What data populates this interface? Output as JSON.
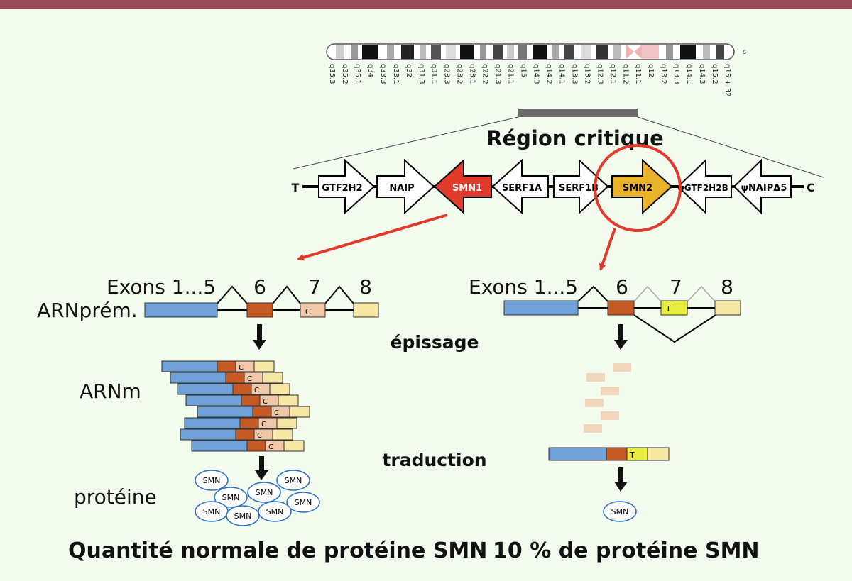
{
  "chromosome": {
    "end_label": "s",
    "bands": [
      "q35.3",
      "q35.2",
      "q35.1",
      "q34",
      "q33.3",
      "q33.1",
      "q32",
      "q31.3",
      "q31.1",
      "q23.3",
      "q23.2",
      "q23.1",
      "q22.2",
      "q21.3",
      "q21.1",
      "q15",
      "q14.3",
      "q14.2",
      "q14.1",
      "q13.3",
      "q13.2",
      "q12.3",
      "q12.1",
      "q11.2",
      "q11.1",
      "q12",
      "q13.2",
      "q13.3",
      "q14.1",
      "q14.3",
      "q15.2",
      "q15 + 32"
    ]
  },
  "region_title": "Région critique",
  "genes": {
    "left_end": "T",
    "right_end": "C",
    "items": [
      "GTF2H2",
      "NAIP",
      "SMN1",
      "SERF1A",
      "SERF1B",
      "SMN2",
      "ψGTF2H2B",
      "ψNAIPΔ5"
    ]
  },
  "left_panel": {
    "exons_label": "Exons 1...5",
    "exon6": "6",
    "exon7": "7",
    "exon8": "8",
    "premrna_label": "ARNprém.",
    "exon7_letter": "C",
    "mrna_label": "ARNm",
    "protein_label": "protéine",
    "protein_text": "SMN",
    "result": "Quantité normale de protéine SMN"
  },
  "right_panel": {
    "exons_label": "Exons 1...5",
    "exon6": "6",
    "exon7": "7",
    "exon8": "8",
    "exon7_letter": "T",
    "protein_text": "SMN",
    "result": "10 % de protéine SMN"
  },
  "steps": {
    "splicing": "épissage",
    "translation": "traduction"
  },
  "colors": {
    "top_bar": "#9b4a57",
    "background": "#f3fbee",
    "exon_blue": "#6fa0d6",
    "exon6_orange": "#c55a24",
    "exon7_peach": "#f1c7a9",
    "exon8_yellow": "#f5e6a4",
    "exon7_mutant_yellow": "#e8ec3c",
    "smn1_red": "#e03b2b",
    "smn2_gold": "#eab22b",
    "arrow_red": "#e23a2a"
  }
}
